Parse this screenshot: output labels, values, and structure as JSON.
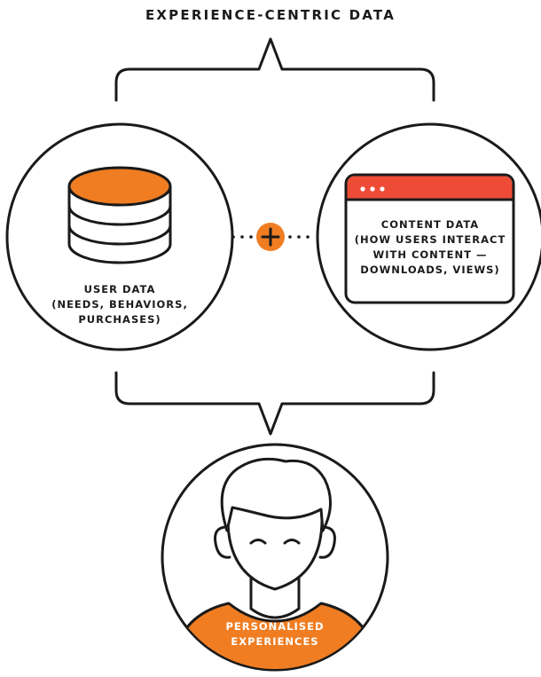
{
  "title": "EXPERIENCE-CENTRIC DATA",
  "user_data": {
    "label_lines": [
      "USER DATA",
      "(NEEDS, BEHAVIORS,",
      "PURCHASES)"
    ],
    "icon": "database-icon"
  },
  "content_data": {
    "label_lines": [
      "CONTENT DATA",
      "(HOW USERS INTERACT",
      "WITH CONTENT —",
      "DOWNLOADS, VIEWS)"
    ],
    "icon": "browser-window-icon"
  },
  "operator": {
    "icon": "plus-icon"
  },
  "result": {
    "label_lines": [
      "PERSONALISED",
      "EXPERIENCES"
    ],
    "icon": "person-icon"
  },
  "colors": {
    "accent": "#f07d22",
    "window_bar": "#ee4c37",
    "stroke": "#1a1a1a",
    "background": "#ffffff"
  }
}
